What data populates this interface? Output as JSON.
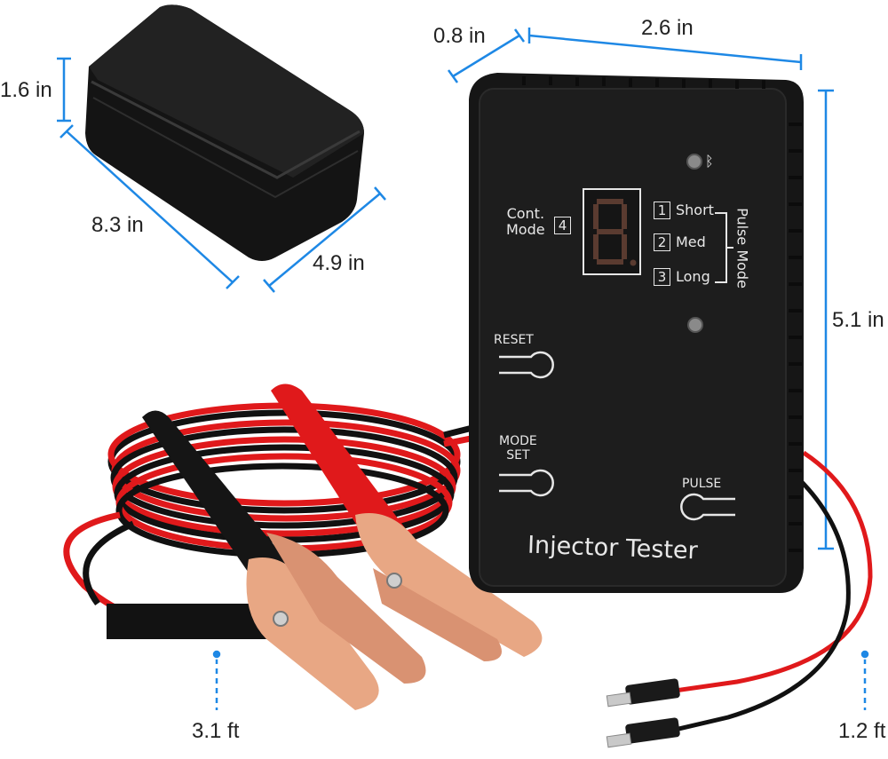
{
  "dimensions": {
    "case_height": "1.6 in",
    "case_length": "8.3 in",
    "case_width": "4.9 in",
    "device_depth": "0.8 in",
    "device_width": "2.6 in",
    "device_height": "5.1 in",
    "clip_cable_length": "3.1 ft",
    "probe_cable_length": "1.2 ft"
  },
  "device": {
    "title": "Injector Tester",
    "cont_mode_label": "Cont.\nMode",
    "cont_mode_number": "4",
    "modes": [
      {
        "number": "1",
        "label": "Short"
      },
      {
        "number": "2",
        "label": "Med"
      },
      {
        "number": "3",
        "label": "Long"
      }
    ],
    "pulse_mode_label": "Pulse Mode",
    "buttons": {
      "reset": "RESET",
      "mode_set": "MODE\nSET",
      "pulse": "PULSE"
    },
    "display_digit": "8."
  },
  "colors": {
    "dimension_line": "#1e88e5",
    "device_body": "#1c1c1c",
    "cable_red": "#e0191b",
    "cable_black": "#111111",
    "clip_copper": "#e8a784"
  }
}
